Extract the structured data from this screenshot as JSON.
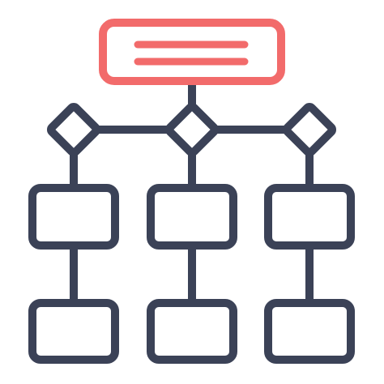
{
  "icon": {
    "name": "flowchart-icon",
    "colors": {
      "accent": "#f26b6b",
      "stroke": "#3b4257",
      "background": "#ffffff"
    },
    "structure": {
      "header_lines": 2,
      "decision_nodes": 3,
      "columns": 3,
      "boxes_per_column": 2
    }
  }
}
